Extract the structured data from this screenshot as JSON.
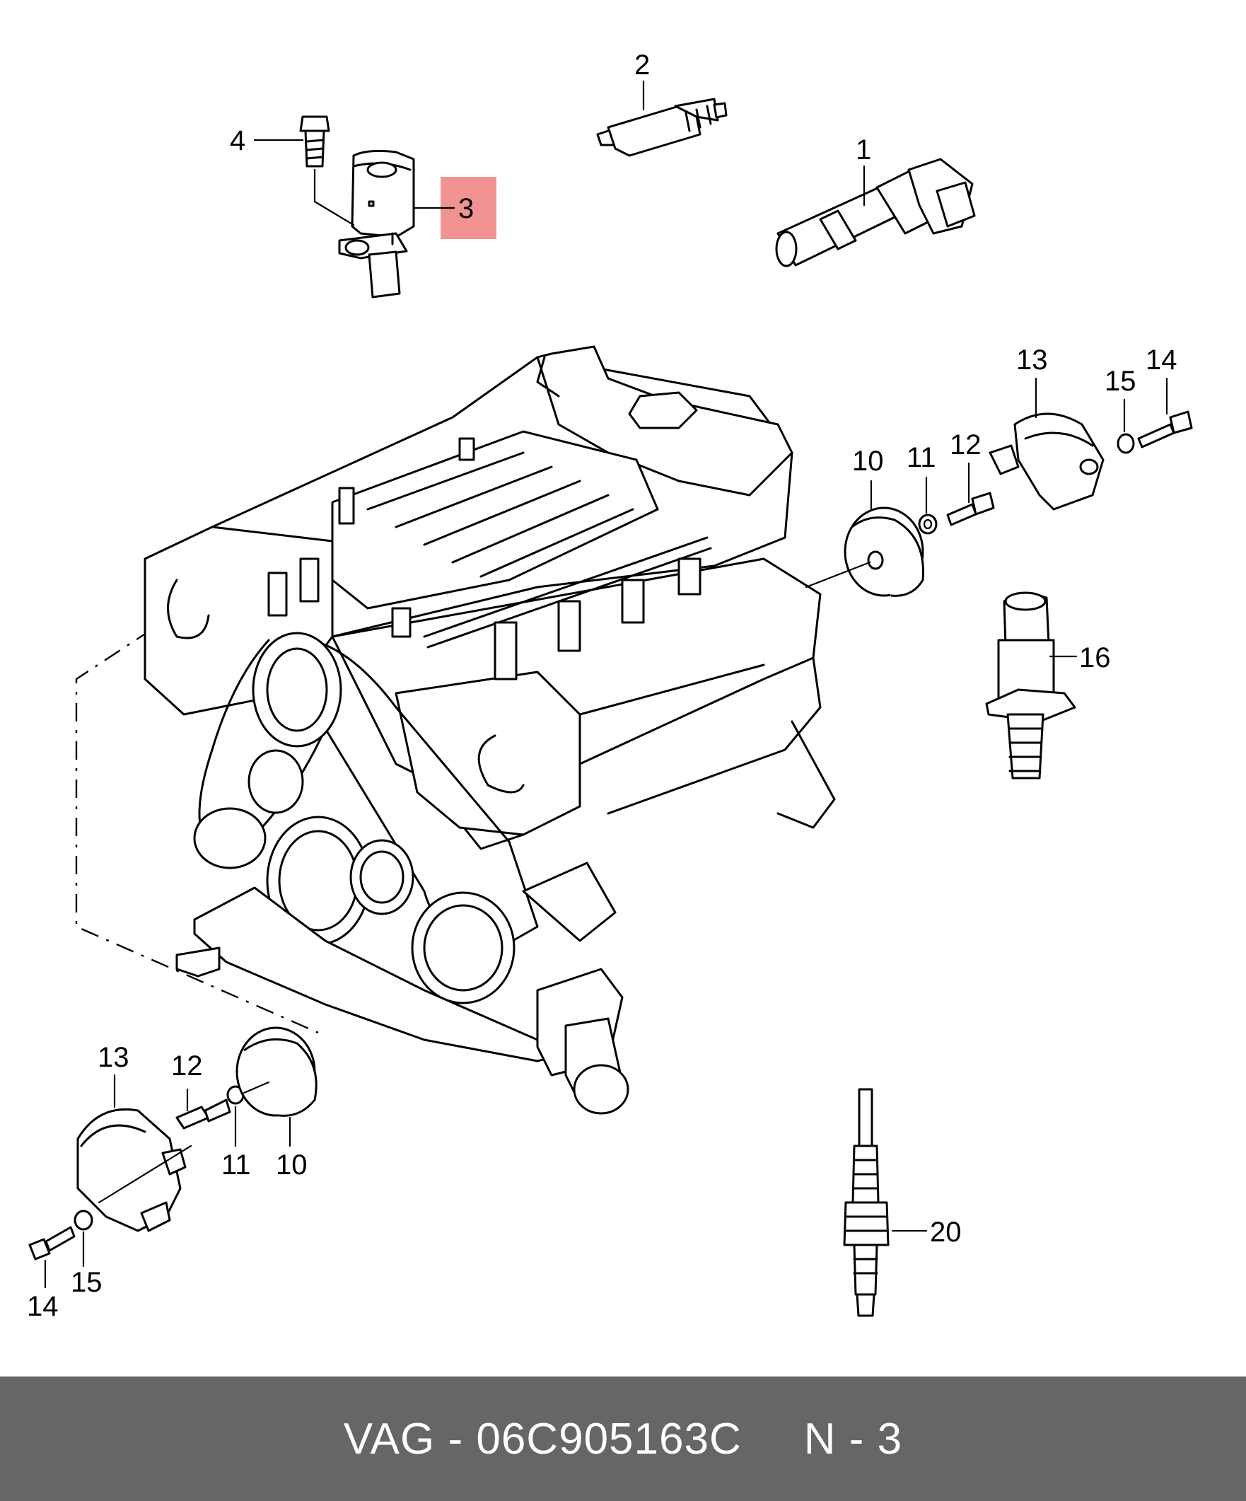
{
  "callouts": [
    {
      "id": "c1",
      "label": "1"
    },
    {
      "id": "c2",
      "label": "2"
    },
    {
      "id": "c3",
      "label": "3",
      "highlight": true
    },
    {
      "id": "c4",
      "label": "4"
    },
    {
      "id": "c10a",
      "label": "10"
    },
    {
      "id": "c11a",
      "label": "11"
    },
    {
      "id": "c12a",
      "label": "12"
    },
    {
      "id": "c13a",
      "label": "13"
    },
    {
      "id": "c14a",
      "label": "14"
    },
    {
      "id": "c15a",
      "label": "15"
    },
    {
      "id": "c16",
      "label": "16"
    },
    {
      "id": "c13b",
      "label": "13"
    },
    {
      "id": "c12b",
      "label": "12"
    },
    {
      "id": "c11b",
      "label": "11"
    },
    {
      "id": "c10b",
      "label": "10"
    },
    {
      "id": "c15b",
      "label": "15"
    },
    {
      "id": "c14b",
      "label": "14"
    },
    {
      "id": "c20",
      "label": "20"
    }
  ],
  "footer": {
    "brand": "VAG",
    "separator": "-",
    "part_number": "06C905163C",
    "position_label": "N - 3"
  },
  "colors": {
    "footer_bg": "#666666",
    "footer_text": "#ffffff",
    "highlight": "#f08080"
  }
}
